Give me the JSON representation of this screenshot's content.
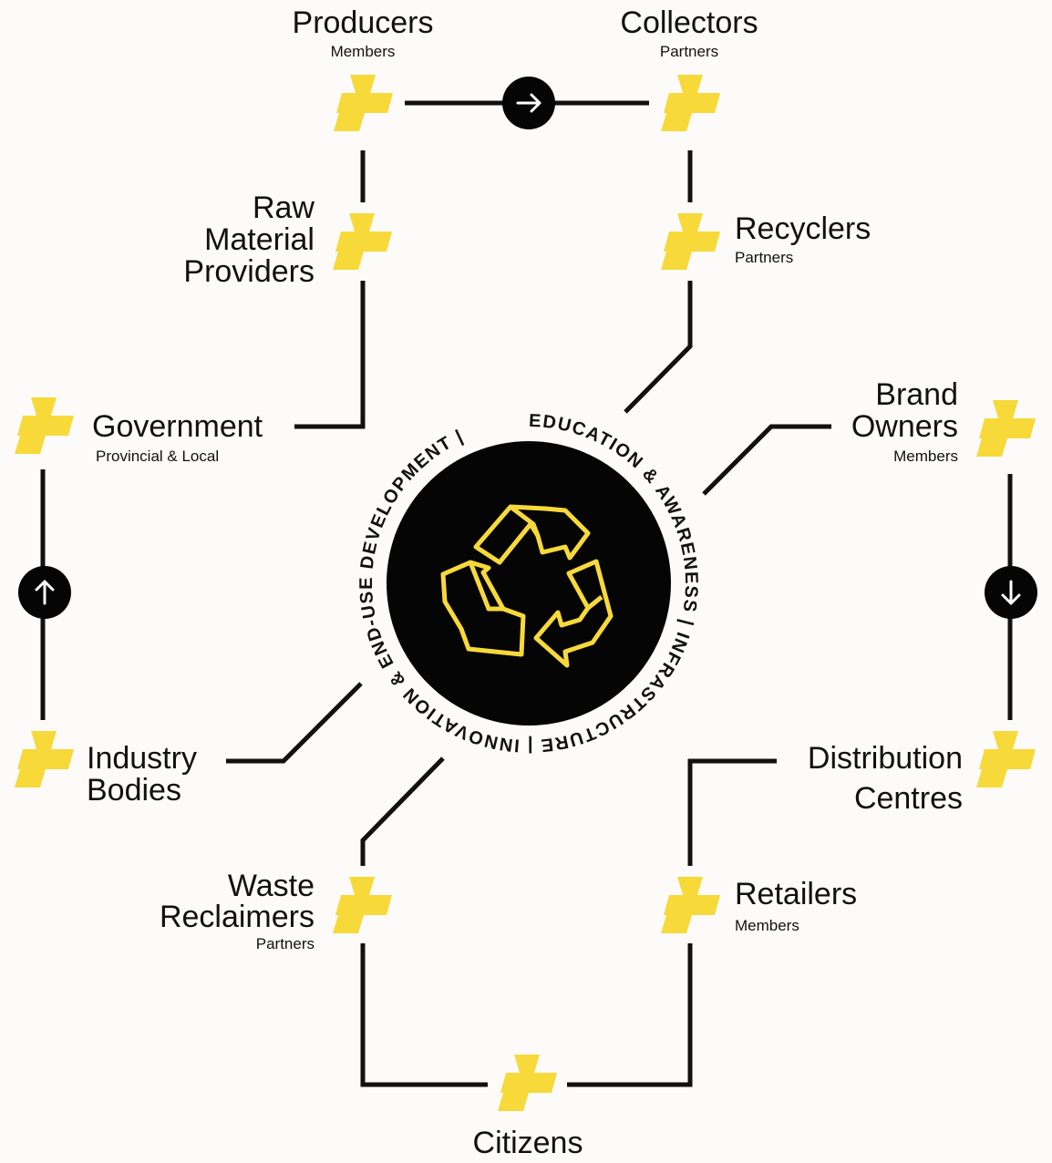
{
  "colors": {
    "accent": "#f7d93a",
    "line": "#111111",
    "hub": "#050505",
    "background": "#fcfbf9"
  },
  "nodes": {
    "producers": {
      "title": "Producers",
      "subtitle": "Members"
    },
    "collectors": {
      "title": "Collectors",
      "subtitle": "Partners"
    },
    "raw_material": {
      "title_lines": [
        "Raw",
        "Material",
        "Providers"
      ]
    },
    "recyclers": {
      "title": "Recyclers",
      "subtitle": "Partners"
    },
    "government": {
      "title": "Government",
      "subtitle": "Provincial & Local"
    },
    "brand_owners": {
      "title_lines": [
        "Brand",
        "Owners"
      ],
      "subtitle": "Members"
    },
    "industry_bodies": {
      "title_lines": [
        "Industry",
        "Bodies"
      ]
    },
    "distribution": {
      "title_lines": [
        "Distribution",
        "Centres"
      ]
    },
    "waste_reclaimers": {
      "title_lines": [
        "Waste",
        "Reclaimers"
      ],
      "subtitle": "Partners"
    },
    "retailers": {
      "title": "Retailers",
      "subtitle": "Members"
    },
    "citizens": {
      "title": "Citizens"
    }
  },
  "hub": {
    "ring_text": "EDUCATION & AWARENESS | INFRASTRUCTURE | INNOVATION & END-USE DEVELOPMENT |",
    "icon": "recycle-icon"
  },
  "arrows": {
    "top": "arrow-right-icon",
    "left": "arrow-up-icon",
    "right": "arrow-down-icon"
  }
}
